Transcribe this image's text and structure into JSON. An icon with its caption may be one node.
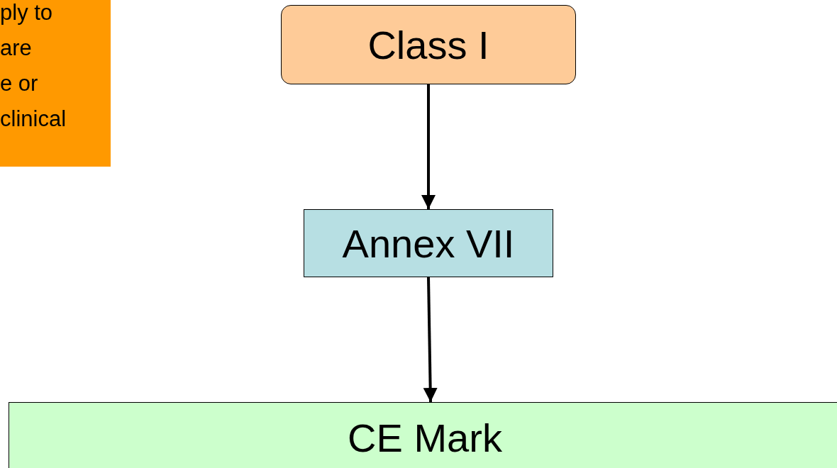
{
  "diagram": {
    "nodes": [
      {
        "text": [
          "ply to",
          "are",
          "e or",
          "clinical"
        ]
      },
      {
        "text": [
          "Class I"
        ]
      },
      {
        "text": [
          "Annex VII"
        ]
      },
      {
        "text": [
          "CE Mark"
        ]
      }
    ],
    "edges": [
      {
        "from": 1,
        "to": 2,
        "arrow": "to"
      },
      {
        "from": 2,
        "to": 3,
        "arrow": "to"
      }
    ]
  }
}
